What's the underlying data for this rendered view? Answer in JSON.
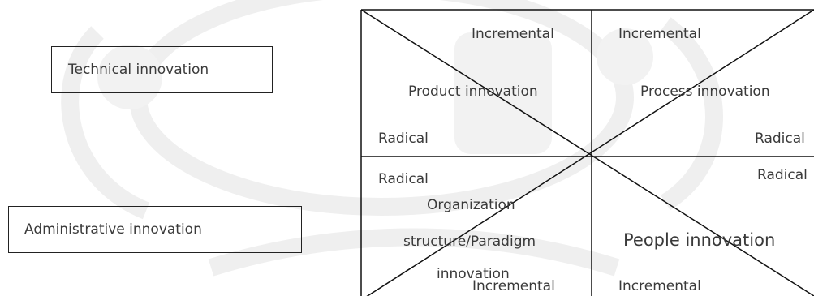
{
  "left_boxes": {
    "technical": "Technical innovation",
    "administrative": "Administrative innovation"
  },
  "quadrants": {
    "top_left": {
      "top_label": "Incremental",
      "center_label": "Product innovation",
      "bottom_label": "Radical"
    },
    "top_right": {
      "top_label": "Incremental",
      "center_label": "Process innovation",
      "bottom_label": "Radical"
    },
    "bottom_left": {
      "top_label": "Radical",
      "center_line_1": "Organization",
      "center_line_2": "structure/Paradigm",
      "center_line_3": "innovation",
      "bottom_label": "Incremental"
    },
    "bottom_right": {
      "top_label": "Radical",
      "center_label": "People innovation",
      "bottom_label": "Incremental"
    }
  },
  "colors": {
    "line": "#111111",
    "text": "#3a3a3a",
    "watermark": "#f0f0f0"
  }
}
